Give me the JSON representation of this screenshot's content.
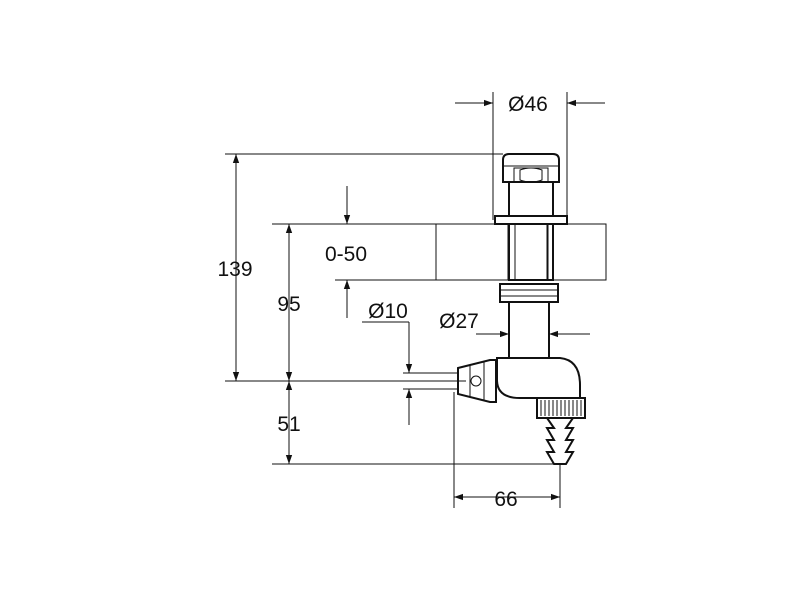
{
  "dimensions": {
    "diameter_46": "Ø46",
    "height_139": "139",
    "range_0_50": "0-50",
    "height_95": "95",
    "diameter_10": "Ø10",
    "diameter_27": "Ø27",
    "height_51": "51",
    "width_66": "66"
  },
  "colors": {
    "line": "#111111",
    "background": "#ffffff"
  }
}
